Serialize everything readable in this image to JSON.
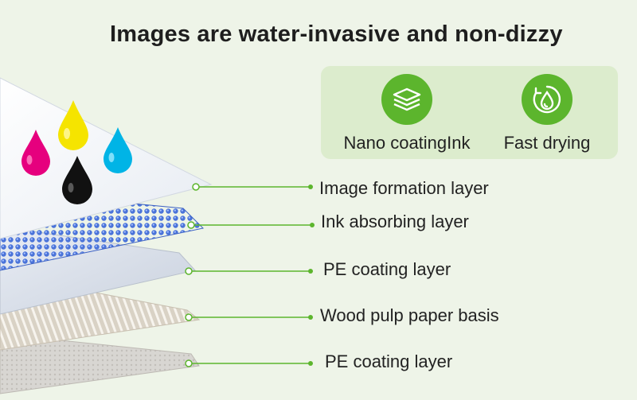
{
  "title": "Images are water-invasive and non-dizzy",
  "features": [
    {
      "icon": "layers-icon",
      "label": "Nano coatingInk"
    },
    {
      "icon": "water-drop-icon",
      "label": "Fast drying"
    }
  ],
  "layers": [
    {
      "label": "Image formation layer"
    },
    {
      "label": "Ink absorbing layer"
    },
    {
      "label": "PE coating layer"
    },
    {
      "label": "Wood pulp paper basis"
    },
    {
      "label": "PE coating layer"
    }
  ],
  "colors": {
    "background": "#eef4e8",
    "accent_green": "#5cb52d",
    "panel": "#dceccd",
    "magenta": "#e6007e",
    "yellow": "#f5e400",
    "cyan": "#00b4e6",
    "black": "#111111"
  }
}
